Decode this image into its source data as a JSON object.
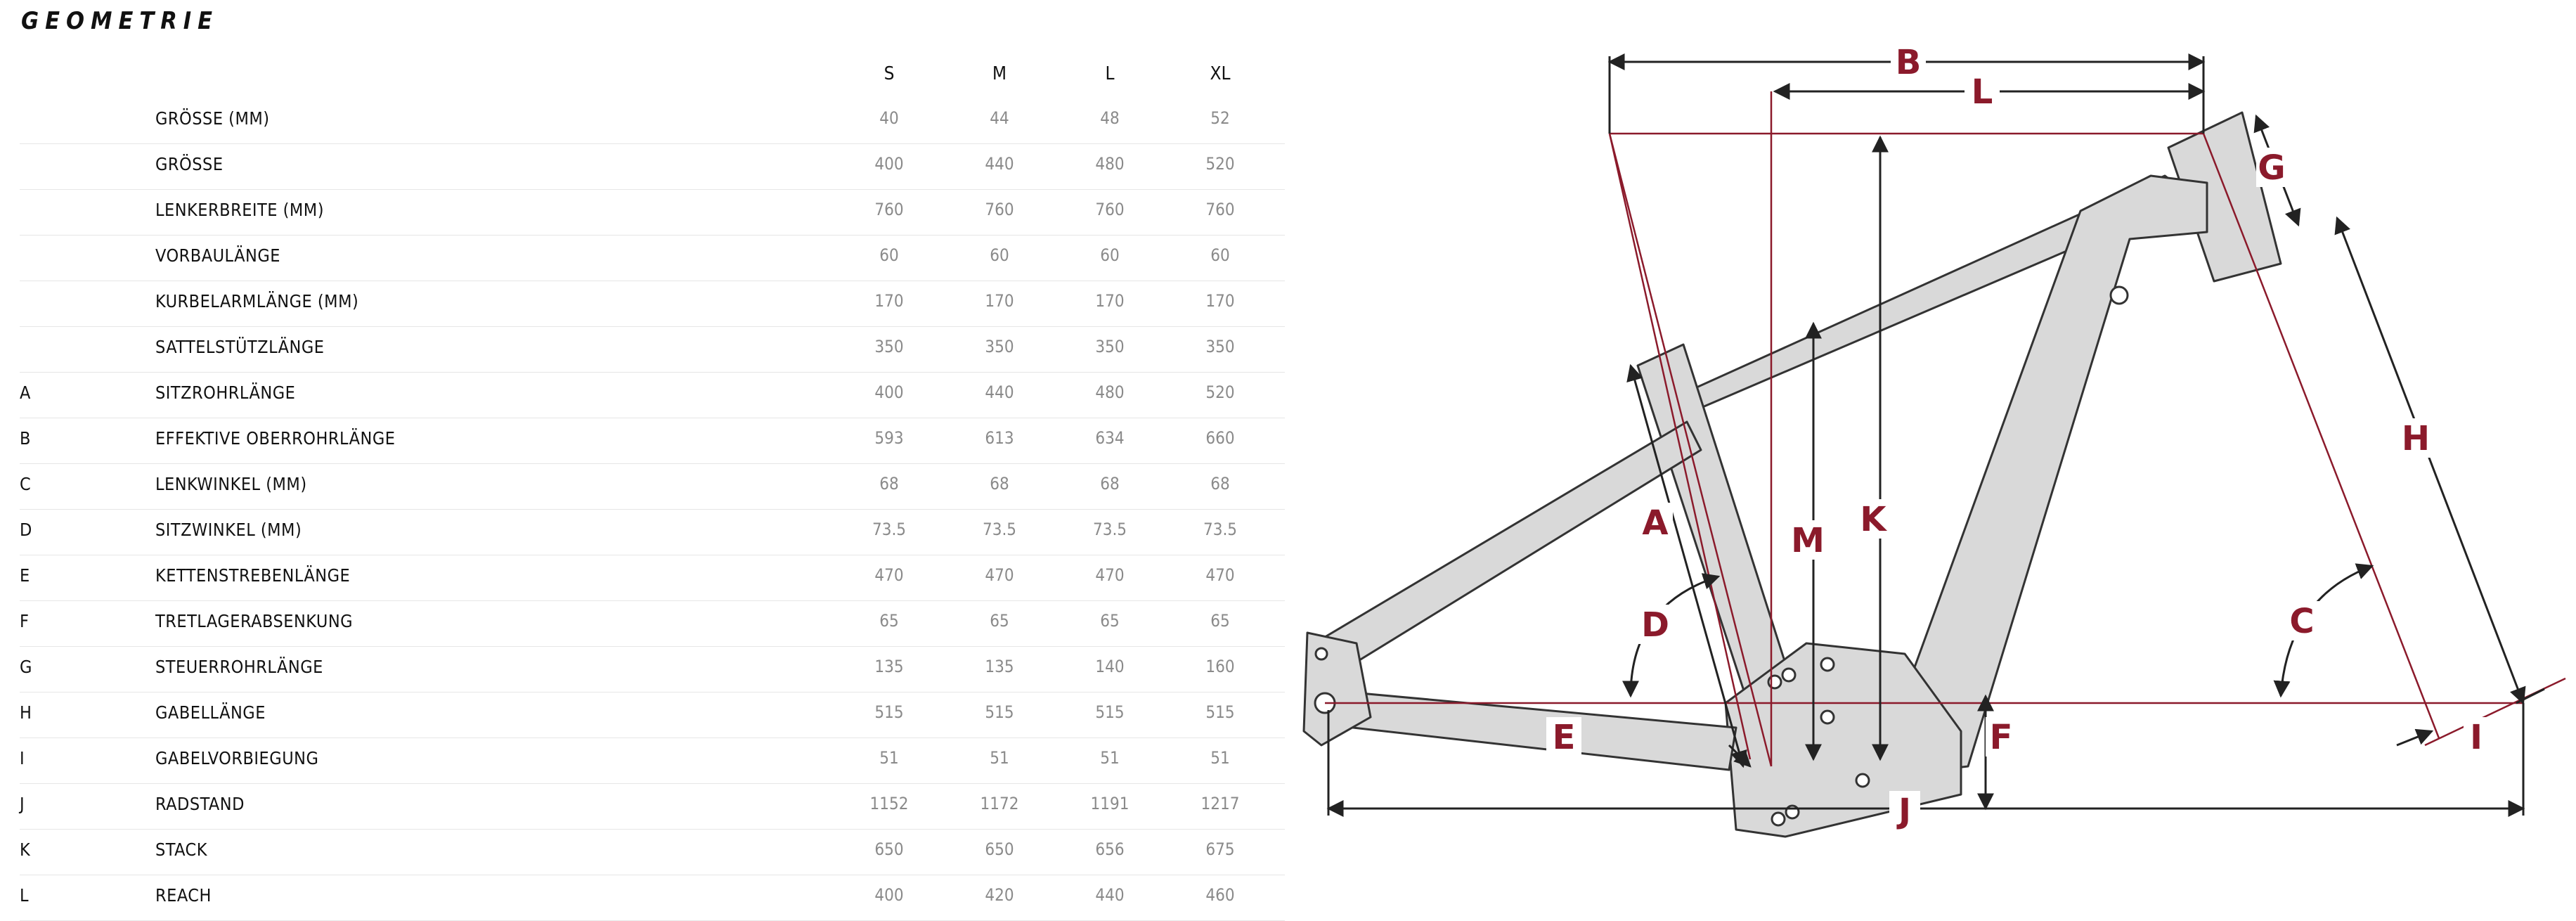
{
  "title": "GEOMETRIE",
  "sizes": [
    "S",
    "M",
    "L",
    "XL"
  ],
  "rows": [
    {
      "letter": "",
      "label": "GRÖSSE (MM)",
      "values": [
        "40",
        "44",
        "48",
        "52"
      ]
    },
    {
      "letter": "",
      "label": "GRÖSSE",
      "values": [
        "400",
        "440",
        "480",
        "520"
      ]
    },
    {
      "letter": "",
      "label": "LENKERBREITE (MM)",
      "values": [
        "760",
        "760",
        "760",
        "760"
      ]
    },
    {
      "letter": "",
      "label": "VORBAULÄNGE",
      "values": [
        "60",
        "60",
        "60",
        "60"
      ]
    },
    {
      "letter": "",
      "label": "KURBELARMLÄNGE (MM)",
      "values": [
        "170",
        "170",
        "170",
        "170"
      ]
    },
    {
      "letter": "",
      "label": "SATTELSTÜTZLÄNGE",
      "values": [
        "350",
        "350",
        "350",
        "350"
      ]
    },
    {
      "letter": "A",
      "label": "SITZROHRLÄNGE",
      "values": [
        "400",
        "440",
        "480",
        "520"
      ]
    },
    {
      "letter": "B",
      "label": "EFFEKTIVE OBERROHRLÄNGE",
      "values": [
        "593",
        "613",
        "634",
        "660"
      ]
    },
    {
      "letter": "C",
      "label": "LENKWINKEL (MM)",
      "values": [
        "68",
        "68",
        "68",
        "68"
      ]
    },
    {
      "letter": "D",
      "label": "SITZWINKEL (MM)",
      "values": [
        "73.5",
        "73.5",
        "73.5",
        "73.5"
      ]
    },
    {
      "letter": "E",
      "label": "KETTENSTREBENLÄNGE",
      "values": [
        "470",
        "470",
        "470",
        "470"
      ]
    },
    {
      "letter": "F",
      "label": "TRETLAGERABSENKUNG",
      "values": [
        "65",
        "65",
        "65",
        "65"
      ]
    },
    {
      "letter": "G",
      "label": "STEUERROHRLÄNGE",
      "values": [
        "135",
        "135",
        "140",
        "160"
      ]
    },
    {
      "letter": "H",
      "label": "GABELLÄNGE",
      "values": [
        "515",
        "515",
        "515",
        "515"
      ]
    },
    {
      "letter": "I",
      "label": "GABELVORBIEGUNG",
      "values": [
        "51",
        "51",
        "51",
        "51"
      ]
    },
    {
      "letter": "J",
      "label": "RADSTAND",
      "values": [
        "1152",
        "1172",
        "1191",
        "1217"
      ]
    },
    {
      "letter": "K",
      "label": "STACK",
      "values": [
        "650",
        "650",
        "656",
        "675"
      ]
    },
    {
      "letter": "L",
      "label": "REACH",
      "values": [
        "400",
        "420",
        "440",
        "460"
      ]
    }
  ],
  "diagram_labels": {
    "A": "A",
    "B": "B",
    "C": "C",
    "D": "D",
    "E": "E",
    "F": "F",
    "G": "G",
    "H": "H",
    "I": "I",
    "J": "J",
    "K": "K",
    "L": "L",
    "M": "M"
  },
  "colors": {
    "accent": "#8b1a2b",
    "frame_fill": "#d8d8d8",
    "frame_stroke": "#3a3a3a",
    "value_text": "#8a8a8a"
  }
}
